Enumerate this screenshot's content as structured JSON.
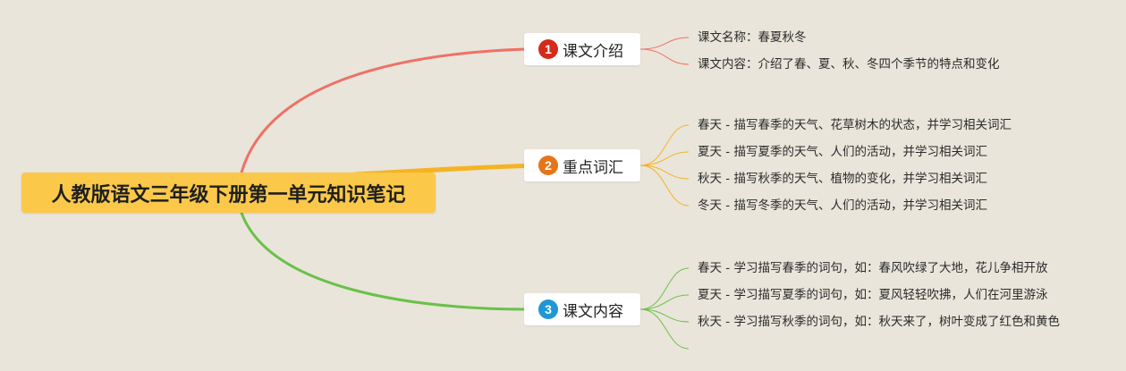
{
  "root": {
    "title": "人教版语文三年级下册第一单元知识笔记",
    "color": "#fbc84a"
  },
  "branches": [
    {
      "number": "1",
      "label": "课文介绍",
      "color": "#f07065",
      "badge_color": "#d42a1c",
      "leaves": [
        "课文名称：春夏秋冬",
        "课文内容：介绍了春、夏、秋、冬四个季节的特点和变化"
      ]
    },
    {
      "number": "2",
      "label": "重点词汇",
      "color": "#f5b324",
      "badge_color": "#e8741a",
      "leaves": [
        "春天 - 描写春季的天气、花草树木的状态，并学习相关词汇",
        "夏天 - 描写夏季的天气、人们的活动，并学习相关词汇",
        "秋天 - 描写秋季的天气、植物的变化，并学习相关词汇",
        "冬天 - 描写冬季的天气、人们的活动，并学习相关词汇"
      ]
    },
    {
      "number": "3",
      "label": "课文内容",
      "color": "#6cc04a",
      "badge_color": "#1f97d6",
      "leaves": [
        "春天 - 学习描写春季的词句，如：春风吹绿了大地，花儿争相开放",
        "夏天 - 学习描写夏季的词句，如：夏风轻轻吹拂，人们在河里游泳",
        "秋天 - 学习描写秋季的词句，如：秋天来了，树叶变成了红色和黄色",
        ""
      ]
    }
  ]
}
